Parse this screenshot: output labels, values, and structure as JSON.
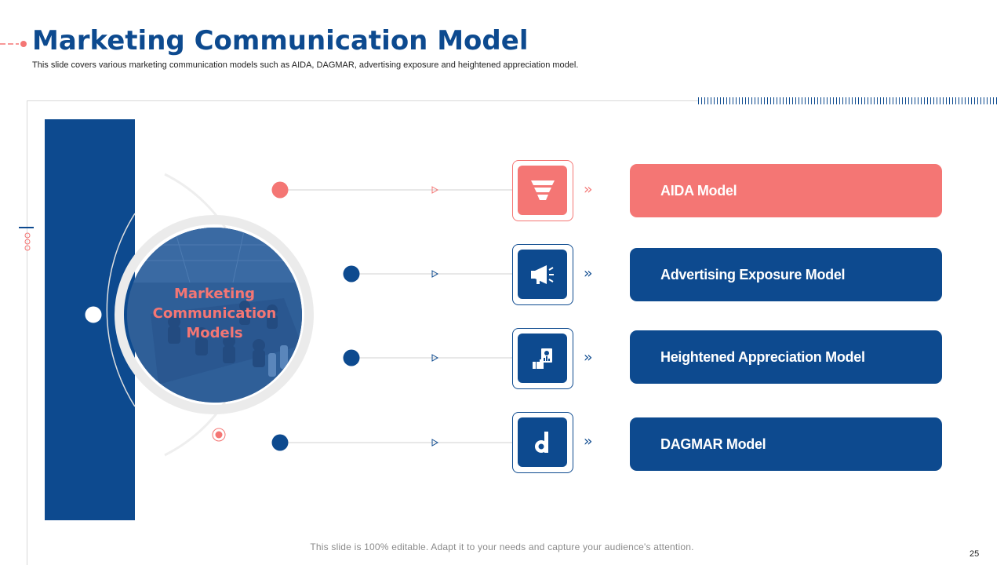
{
  "header": {
    "title": "Marketing Communication Model",
    "subtitle": "This slide covers various marketing communication models such as AIDA, DAGMAR,  advertising exposure and heightened appreciation model."
  },
  "center": {
    "label_lines": [
      "Marketing",
      "Communication",
      "Models"
    ]
  },
  "models": [
    {
      "label": "AIDA Model",
      "icon": "funnel-icon",
      "color": "#f47674"
    },
    {
      "label": "Advertising Exposure Model",
      "icon": "megaphone-icon",
      "color": "#0d4a8f"
    },
    {
      "label": "Heightened Appreciation Model",
      "icon": "thumbs-up-report-icon",
      "color": "#0d4a8f"
    },
    {
      "label": "DAGMAR Model",
      "icon": "letter-d-icon",
      "color": "#0d4a8f"
    }
  ],
  "chevron_text": "››",
  "footer": {
    "note": "This slide is 100% editable. Adapt it to your needs and capture your audience's attention.",
    "page_number": "25"
  },
  "colors": {
    "primary_blue": "#0d4a8f",
    "accent_coral": "#f47674"
  }
}
